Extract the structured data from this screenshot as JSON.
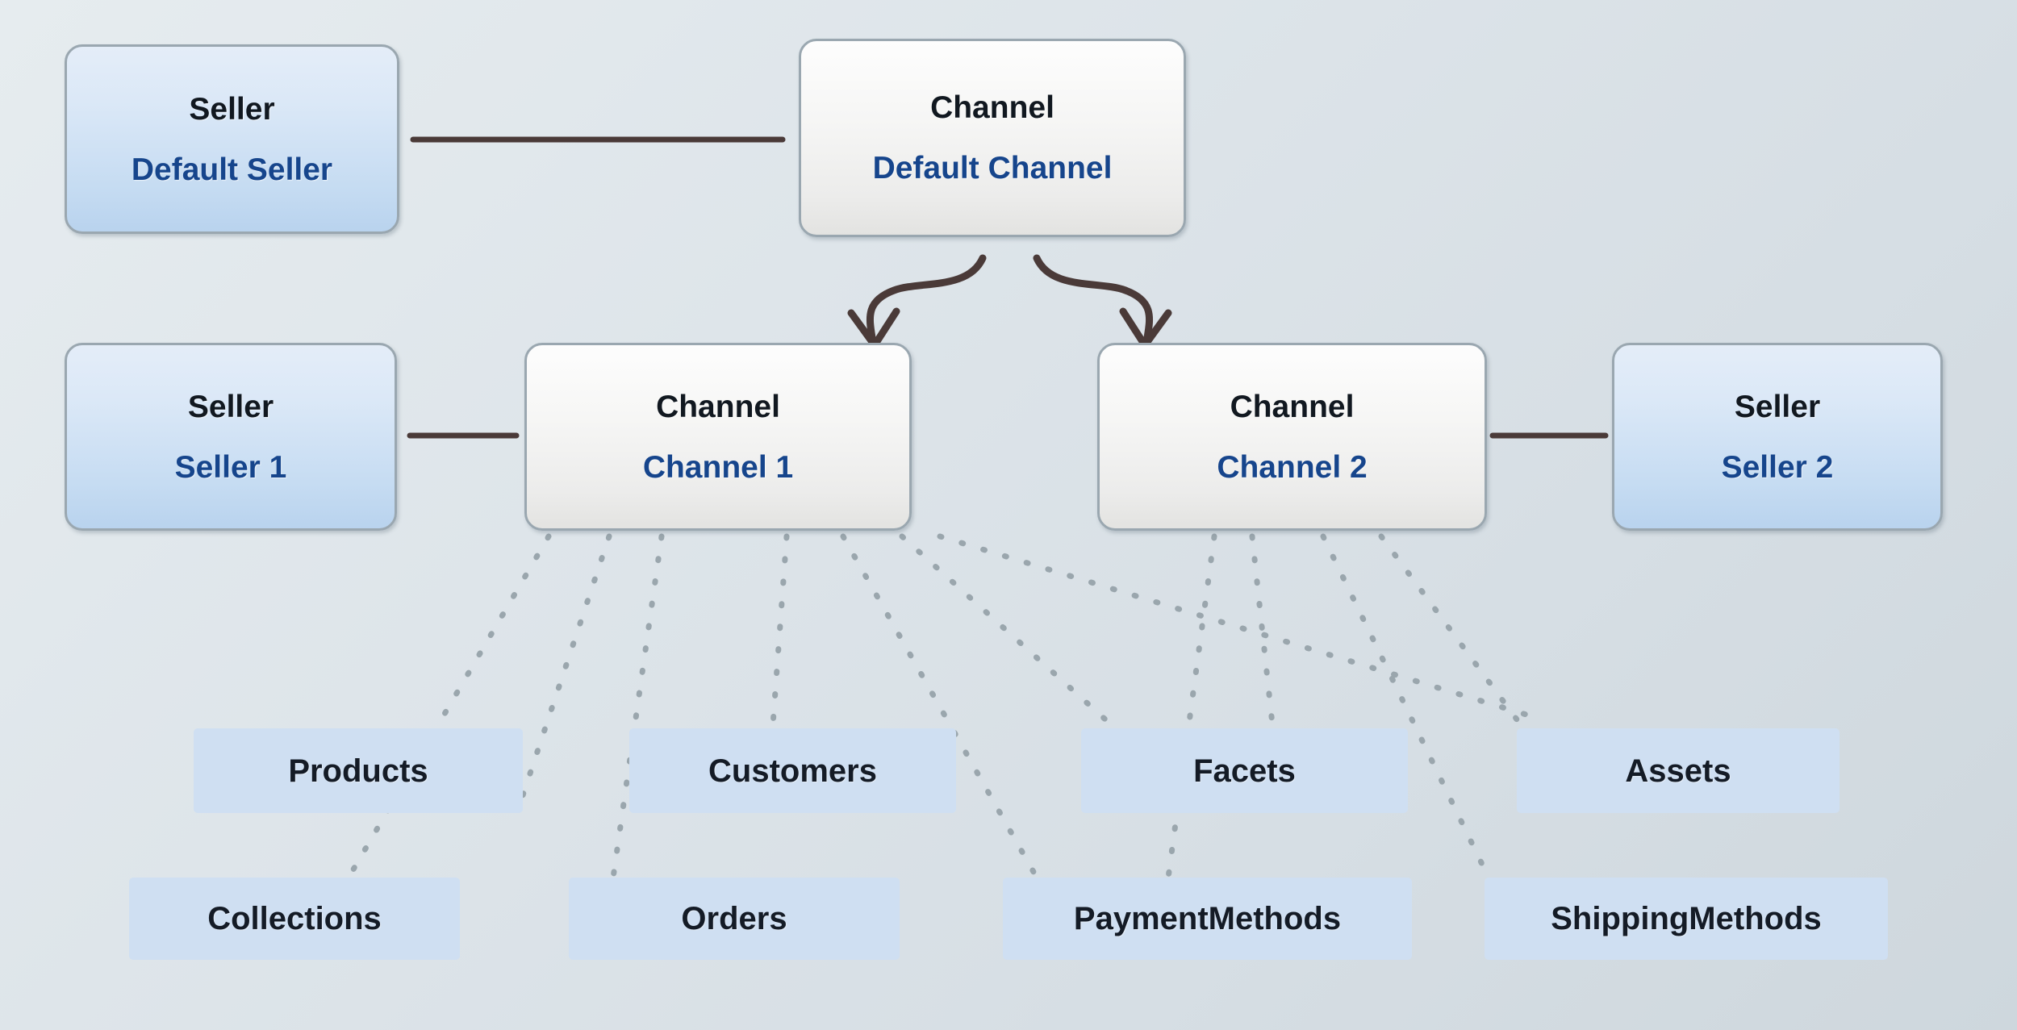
{
  "diagram": {
    "title": "Channel and Seller entity relationship diagram",
    "background_color": "#dee5ea",
    "colors": {
      "seller_box_fill": "#cfe0f2",
      "channel_box_fill": "#f3f3f2",
      "node_border": "#9aa7b0",
      "type_label_color": "#111820",
      "name_label_color": "#16458c",
      "leaf_box_fill": "#cfdff2",
      "leaf_label_color": "#141b26",
      "solid_connector_color": "#4a3a38",
      "arrow_color": "#4a3a38",
      "dotted_connector_color": "#9aa6ad"
    }
  },
  "nodes": {
    "default_seller": {
      "type": "Seller",
      "name": "Default Seller",
      "kind": "seller"
    },
    "default_channel": {
      "type": "Channel",
      "name": "Default Channel",
      "kind": "channel"
    },
    "seller_1": {
      "type": "Seller",
      "name": "Seller 1",
      "kind": "seller"
    },
    "channel_1": {
      "type": "Channel",
      "name": "Channel 1",
      "kind": "channel"
    },
    "channel_2": {
      "type": "Channel",
      "name": "Channel 2",
      "kind": "channel"
    },
    "seller_2": {
      "type": "Seller",
      "name": "Seller 2",
      "kind": "seller"
    }
  },
  "leaves": {
    "products": "Products",
    "customers": "Customers",
    "facets": "Facets",
    "assets": "Assets",
    "collections": "Collections",
    "orders": "Orders",
    "payment_methods": "PaymentMethods",
    "shipping_methods": "ShippingMethods"
  },
  "connectors": {
    "solid_links": [
      {
        "from": "default_seller",
        "to": "default_channel",
        "style": "solid"
      },
      {
        "from": "seller_1",
        "to": "channel_1",
        "style": "solid"
      },
      {
        "from": "channel_2",
        "to": "seller_2",
        "style": "solid"
      }
    ],
    "arrows": [
      {
        "from": "default_channel",
        "to": "channel_1",
        "style": "curved-arrow"
      },
      {
        "from": "default_channel",
        "to": "channel_2",
        "style": "curved-arrow"
      }
    ],
    "dotted_links": [
      {
        "from": "channel_1",
        "to": "products"
      },
      {
        "from": "channel_1",
        "to": "collections"
      },
      {
        "from": "channel_1",
        "to": "customers"
      },
      {
        "from": "channel_1",
        "to": "orders"
      },
      {
        "from": "channel_1",
        "to": "payment_methods"
      },
      {
        "from": "channel_1",
        "to": "facets"
      },
      {
        "from": "channel_1",
        "to": "assets"
      },
      {
        "from": "channel_2",
        "to": "facets"
      },
      {
        "from": "channel_2",
        "to": "assets"
      },
      {
        "from": "channel_2",
        "to": "shipping_methods"
      },
      {
        "from": "channel_2",
        "to": "payment_methods"
      }
    ]
  }
}
